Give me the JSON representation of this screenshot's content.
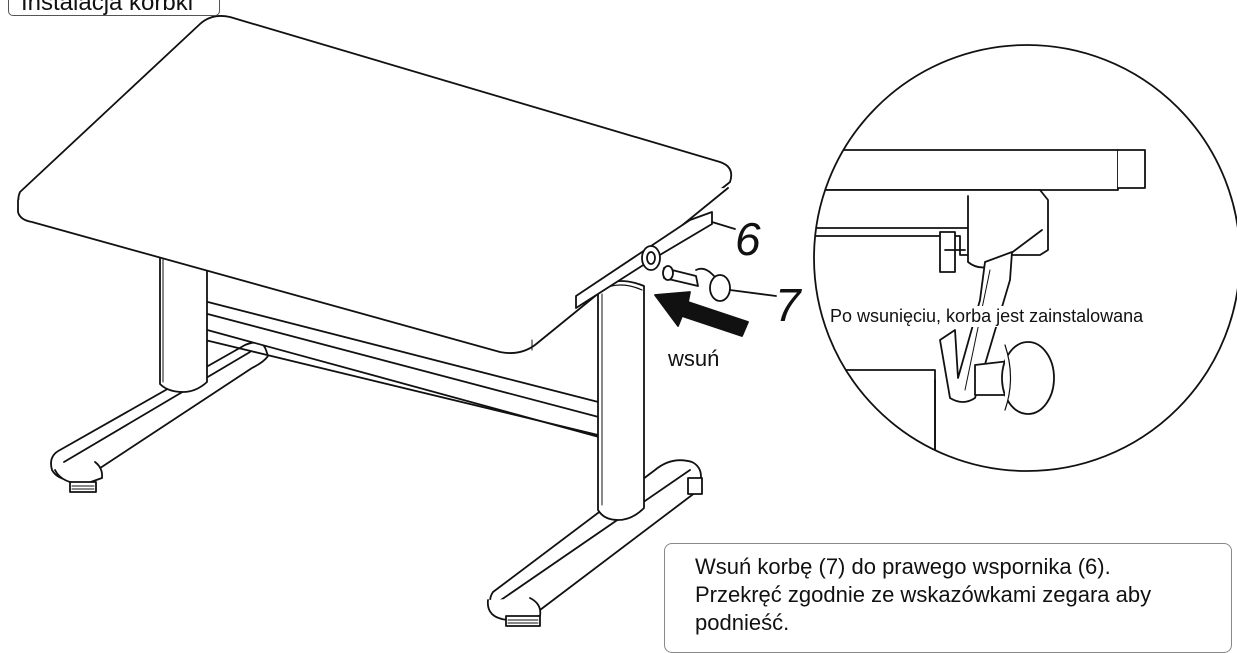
{
  "title": "Instalacja korbki",
  "callouts": {
    "bracket_number": "6",
    "crank_number": "7",
    "push_label": "wsuń",
    "detail_caption": "Po wsunięciu, korba jest zainstalowana"
  },
  "instructions": {
    "line1": "Wsuń korbę (7) do prawego wspornika (6).",
    "line2": "Przekręć zgodnie ze wskazówkami zegara aby",
    "line3": "podnieść."
  }
}
